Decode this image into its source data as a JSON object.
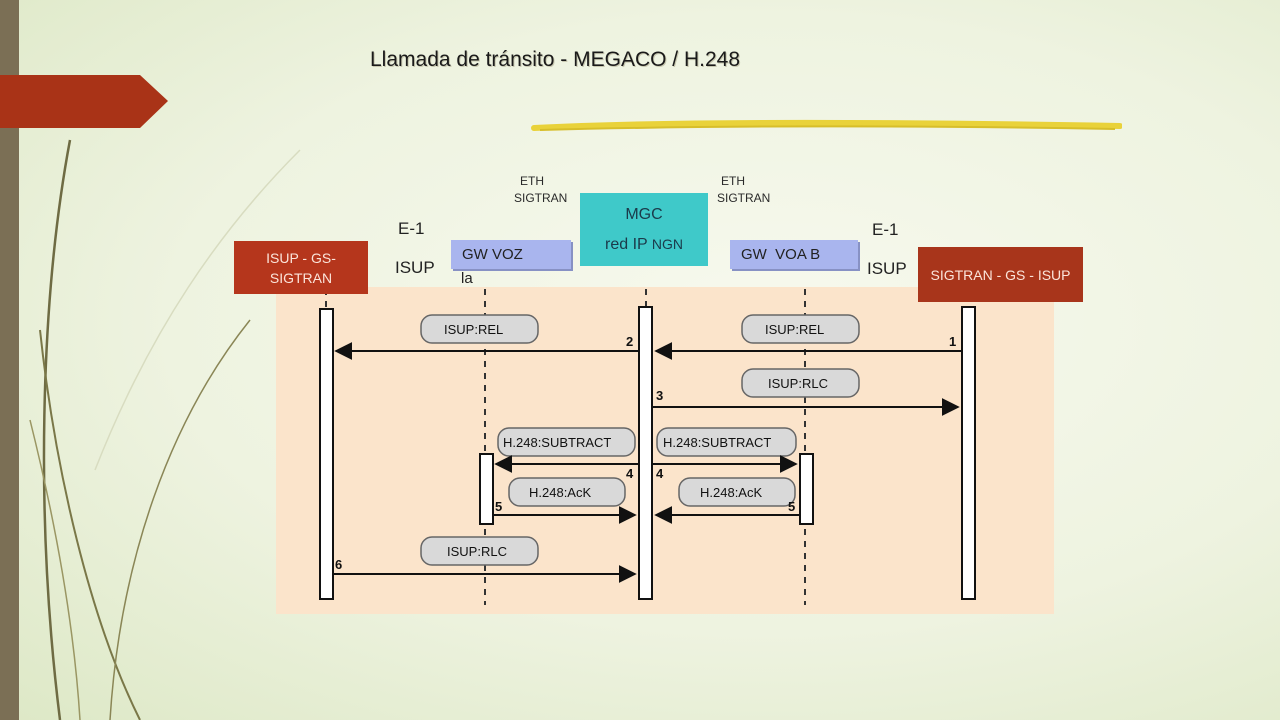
{
  "title": "Llamada de tránsito - MEGACO / H.248",
  "labels": {
    "eth_left": "ETH",
    "sigtran_left": "SIGTRAN",
    "eth_right": "ETH",
    "sigtran_right": "SIGTRAN",
    "e1_left": "E-1",
    "isup_left": "ISUP",
    "e1_right": "E-1",
    "isup_right": "ISUP"
  },
  "boxes": {
    "isup_gs_sigtran": "ISUP - GS- SIGTRAN",
    "gw_voz": "GW VOZ",
    "gw_voz_sub": "la",
    "mgc_line1": "MGC",
    "mgc_line2": "red IP",
    "mgc_line2b": "NGN",
    "gw_voa_b": "GW  VOA B",
    "sigtran_gs_isup": "SIGTRAN - GS - ISUP"
  },
  "messages": {
    "isup_rel_left": "ISUP:REL",
    "isup_rel_right": "ISUP:REL",
    "isup_rlc_right": "ISUP:RLC",
    "h248_subtract_left": "H.248:SUBTRACT",
    "h248_subtract_right": "H.248:SUBTRACT",
    "h248_ack_left": "H.248:AcK",
    "h248_ack_right": "H.248:AcK",
    "isup_rlc_left": "ISUP:RLC"
  },
  "steps": {
    "s1": "1",
    "s2": "2",
    "s3": "3",
    "s4a": "4",
    "s4b": "4",
    "s5a": "5",
    "s5b": "5",
    "s6": "6"
  },
  "colors": {
    "accent_red": "#b5361c",
    "mgc_teal": "#3fc9c9",
    "gw_blue": "#a9b5ee",
    "panel": "#fbe4cb"
  }
}
